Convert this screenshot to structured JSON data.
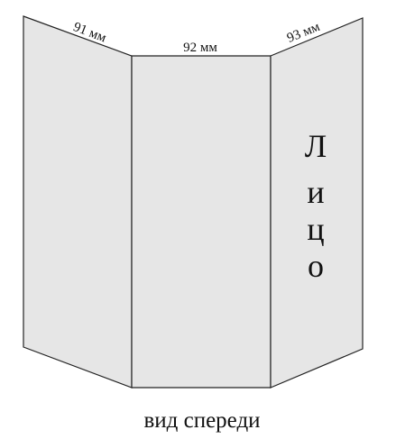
{
  "panels": {
    "left": {
      "width_label": "91 мм"
    },
    "center": {
      "width_label": "92 мм"
    },
    "right": {
      "width_label": "93 мм"
    }
  },
  "face_text": {
    "letters": [
      "Л",
      "и",
      "ц",
      "о"
    ]
  },
  "caption": "вид спереди",
  "colors": {
    "panel_fill": "#e6e6e6",
    "panel_stroke": "#222222",
    "text": "#111111"
  }
}
